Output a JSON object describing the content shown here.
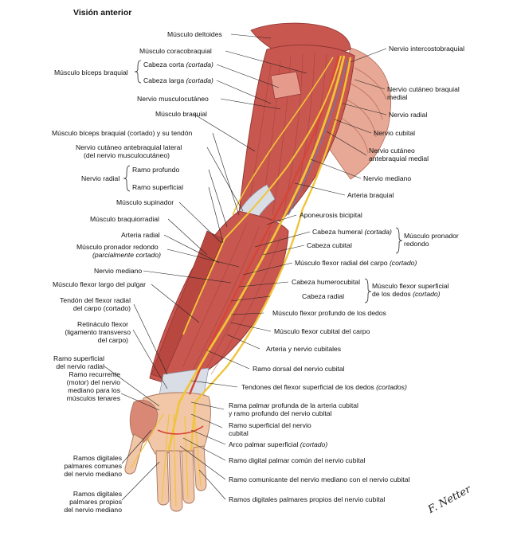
{
  "title": "Visión anterior",
  "signature": "F. Netter",
  "colors": {
    "muscle": "#c8574f",
    "muscle_dark": "#9e3a35",
    "muscle_light": "#e69a8c",
    "tendon": "#d9dde6",
    "nerve": "#f0c43a",
    "artery": "#d84436",
    "vein": "#5f7fb8",
    "skin": "#f2c7a8"
  },
  "labels": {
    "deltoides": "Músculo deltoides",
    "coracobraquial": "Músculo coracobraquial",
    "biceps": "Músculo bíceps braquial",
    "cabeza_corta_a": "Cabeza corta ",
    "cabeza_corta_b": "(cortada)",
    "cabeza_larga_a": "Cabeza larga ",
    "cabeza_larga_b": "(cortada)",
    "musculocutaneo": "Nervio musculocutáneo",
    "braquial": "Músculo braquial",
    "biceps_cortado": "Músculo bíceps braquial (cortado) y su tendón",
    "cutaneo_lat_1": "Nervio cutáneo antebraquial lateral",
    "cutaneo_lat_2": "(del nervio musculocutáneo)",
    "nervio_radial_left": "Nervio radial",
    "ramo_profundo": "Ramo profundo",
    "ramo_superficial": "Ramo superficial",
    "supinador": "Músculo supinador",
    "braquiorradial": "Músculo braquiorradial",
    "arteria_radial": "Arteria radial",
    "pronador_redondo_1": "Músculo pronador redondo",
    "pronador_redondo_2": "(parcialmente cortado)",
    "nervio_mediano_left": "Nervio mediano",
    "flexor_largo_pulgar": "Músculo flexor largo del pulgar",
    "tendon_fcr_1": "Tendón del flexor radial",
    "tendon_fcr_2": "del carpo (cortado)",
    "retinaculo_1": "Retináculo flexor",
    "retinaculo_2": "(ligamento transverso",
    "retinaculo_3": "del carpo)",
    "ramo_sup_radial_1": "Ramo superficial",
    "ramo_sup_radial_2": "del nervio radial",
    "recurrente_1": "Ramo recurrente",
    "recurrente_2": "(motor) del nervio",
    "recurrente_3": "mediano para los",
    "recurrente_4": "músculos tenares",
    "digitales_comunes_1": "Ramos digitales",
    "digitales_comunes_2": "palmares comunes",
    "digitales_comunes_3": "del nervio mediano",
    "digitales_propios_1": "Ramos digitales",
    "digitales_propios_2": "palmares propios",
    "digitales_propios_3": "del nervio mediano",
    "intercostobraquial": "Nervio intercostobraquial",
    "cutaneo_braquial_1": "Nervio cutáneo braquial",
    "cutaneo_braquial_2": "medial",
    "nervio_radial_right": "Nervio radial",
    "nervio_cubital": "Nervio cubital",
    "cutaneo_antebraquial_1": "Nervio cutáneo",
    "cutaneo_antebraquial_2": "antebraquial medial",
    "nervio_mediano_right": "Nervio mediano",
    "arteria_braquial": "Arteria braquial",
    "aponeurosis": "Aponeurosis bicipital",
    "cabeza_humeral_a": "Cabeza humeral ",
    "cabeza_humeral_b": "(cortada)",
    "cabeza_cubital": "Cabeza cubital",
    "pronador_group_1": "Músculo pronador",
    "pronador_group_2": "redondo",
    "flexor_radial_a": "Músculo flexor radial del carpo ",
    "flexor_radial_b": "(cortado)",
    "cabeza_humerocubital": "Cabeza humerocubital",
    "cabeza_radial": "Cabeza radial",
    "fsd_group_1": "Músculo flexor superficial",
    "fsd_group_2a": "de los dedos ",
    "fsd_group_2b": "(cortado)",
    "flexor_profundo": "Músculo flexor profundo de los dedos",
    "flexor_cubital": "Músculo flexor cubital del carpo",
    "arteria_nervio_cubitales": "Arteria y nervio cubitales",
    "ramo_dorsal": "Ramo dorsal del nervio cubital",
    "tendones_fsd_a": "Tendones del flexor superficial de los dedos ",
    "tendones_fsd_b": "(cortados)",
    "rama_palmar_1": "Rama palmar profunda de la arteria cubital",
    "rama_palmar_2": "y ramo profundo del nervio cubital",
    "ramo_sup_cubital_1": "Ramo superficial del nervio",
    "ramo_sup_cubital_2": "cubital",
    "arco_palmar_a": "Arco palmar superficial ",
    "arco_palmar_b": "(cortado)",
    "digital_comun_cubital": "Ramo digital palmar común del nervio cubital",
    "ramo_comunicante": "Ramo comunicante del nervio mediano con el nervio cubital",
    "digitales_propios_cubital": "Ramos digitales palmares propios del nervio cubital"
  }
}
